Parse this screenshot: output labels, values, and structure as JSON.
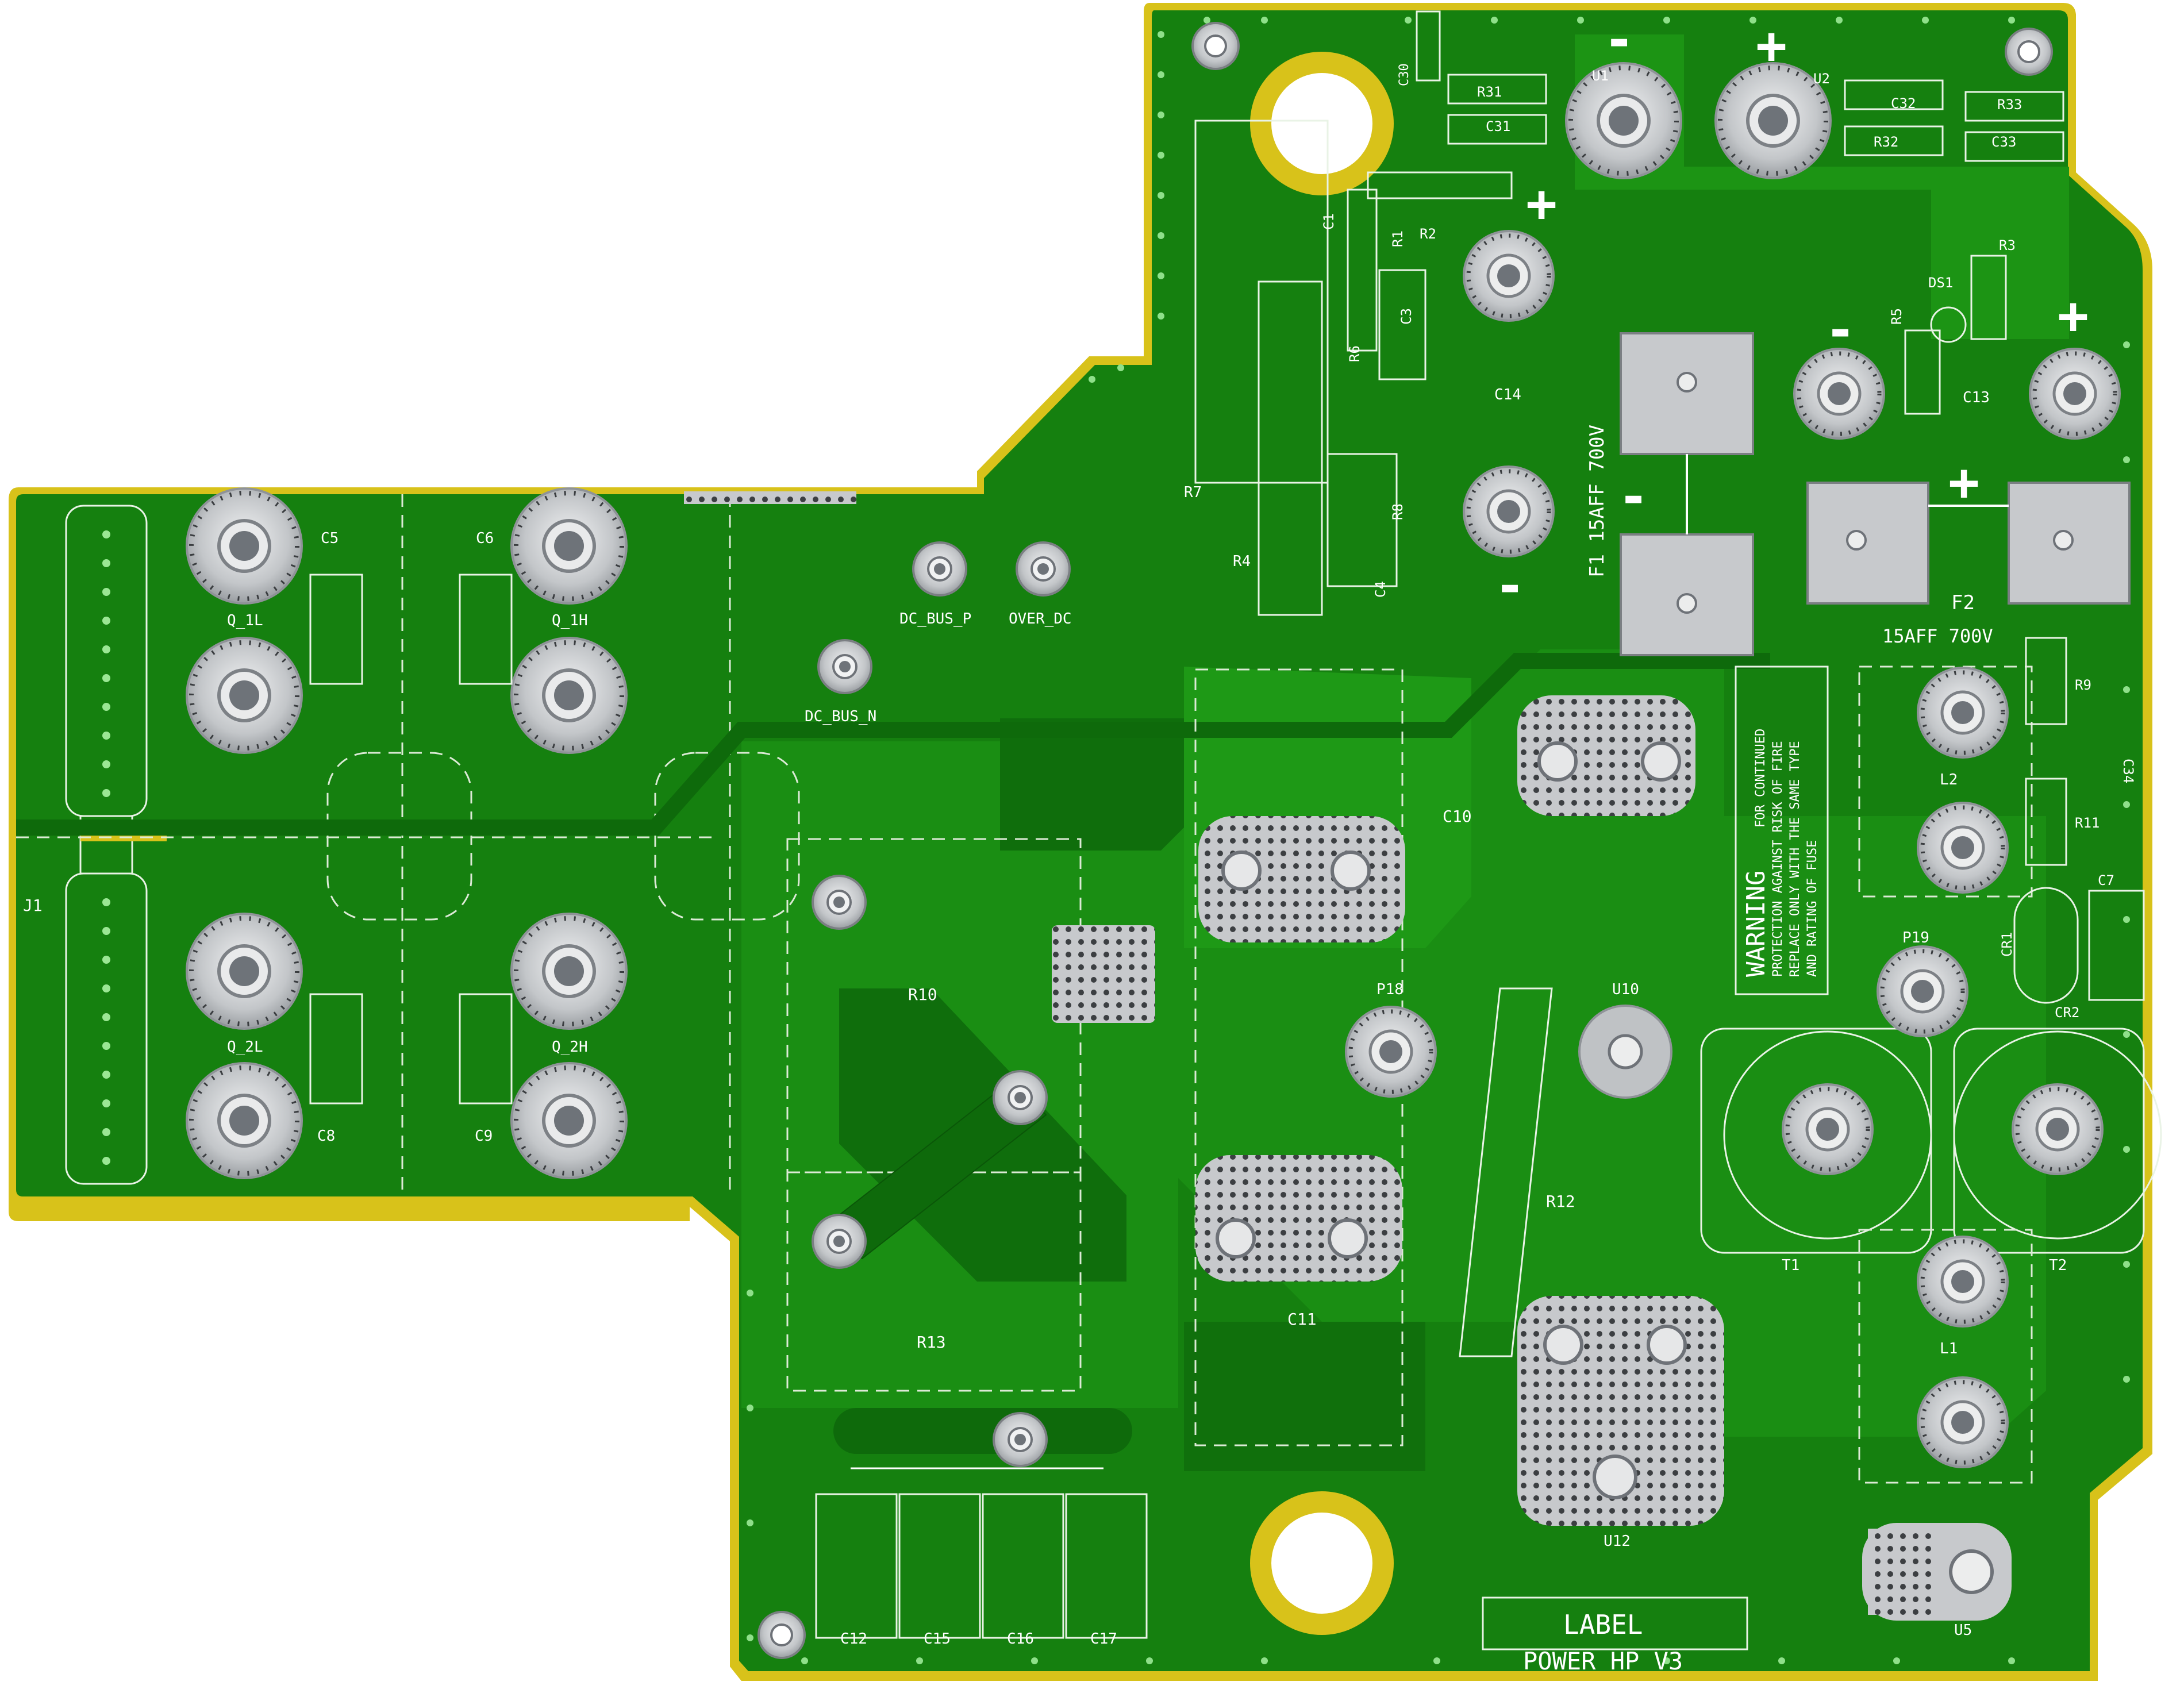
{
  "board": {
    "colors": {
      "edge": "#d8c21a",
      "mask": "#15800f",
      "mask_dark": "#0e6a0b",
      "copper_pour": "#1c9414",
      "pad": "#c7c9cc",
      "silk": "#ffffff"
    },
    "labels": {
      "j1": "J1",
      "c5": "C5",
      "c6": "C6",
      "c8": "C8",
      "c9": "C9",
      "q1l": "Q_1L",
      "q1h": "Q_1H",
      "q2l": "Q_2L",
      "q2h": "Q_2H",
      "dc_bus_p": "DC_BUS_P",
      "over_dc": "OVER_DC",
      "dc_bus_n": "DC_BUS_N",
      "r10": "R10",
      "r13": "R13",
      "r12": "R12",
      "r7": "R7",
      "r4": "R4",
      "r6": "R6",
      "r8": "R8",
      "r1": "R1",
      "r2": "R2",
      "r3": "R3",
      "r5": "R5",
      "r9": "R9",
      "r11": "R11",
      "c1": "C1",
      "c3": "C3",
      "c4": "C4",
      "c30": "C30",
      "c31": "C31",
      "c32": "C32",
      "c33": "C33",
      "r31": "R31",
      "r32": "R32",
      "r33": "R33",
      "u1": "U1",
      "u2": "U2",
      "u5": "U5",
      "u10": "U10",
      "u12": "U12",
      "c10": "C10",
      "c11": "C11",
      "c12": "C12",
      "c13": "C13",
      "c14": "C14",
      "c15": "C15",
      "c16": "C16",
      "c17": "C17",
      "c7": "C7",
      "c34": "C34",
      "ds1": "DS1",
      "f1": "F1  15AFF 700V",
      "f2": "F2",
      "f2_rating": "15AFF 700V",
      "l1": "L1",
      "l2": "L2",
      "t1": "T1",
      "t2": "T2",
      "p18": "P18",
      "p19": "P19",
      "cr1": "CR1",
      "cr2": "CR2",
      "label_box": "LABEL",
      "title": "POWER HP V3",
      "warning": "WARNING",
      "warning_lines": [
        "FOR CONTINUED",
        "PROTECTION AGAINST RISK OF FIRE",
        "REPLACE ONLY WITH THE SAME TYPE",
        "AND RATING OF FUSE"
      ],
      "plus": "+",
      "minus": "-"
    }
  }
}
